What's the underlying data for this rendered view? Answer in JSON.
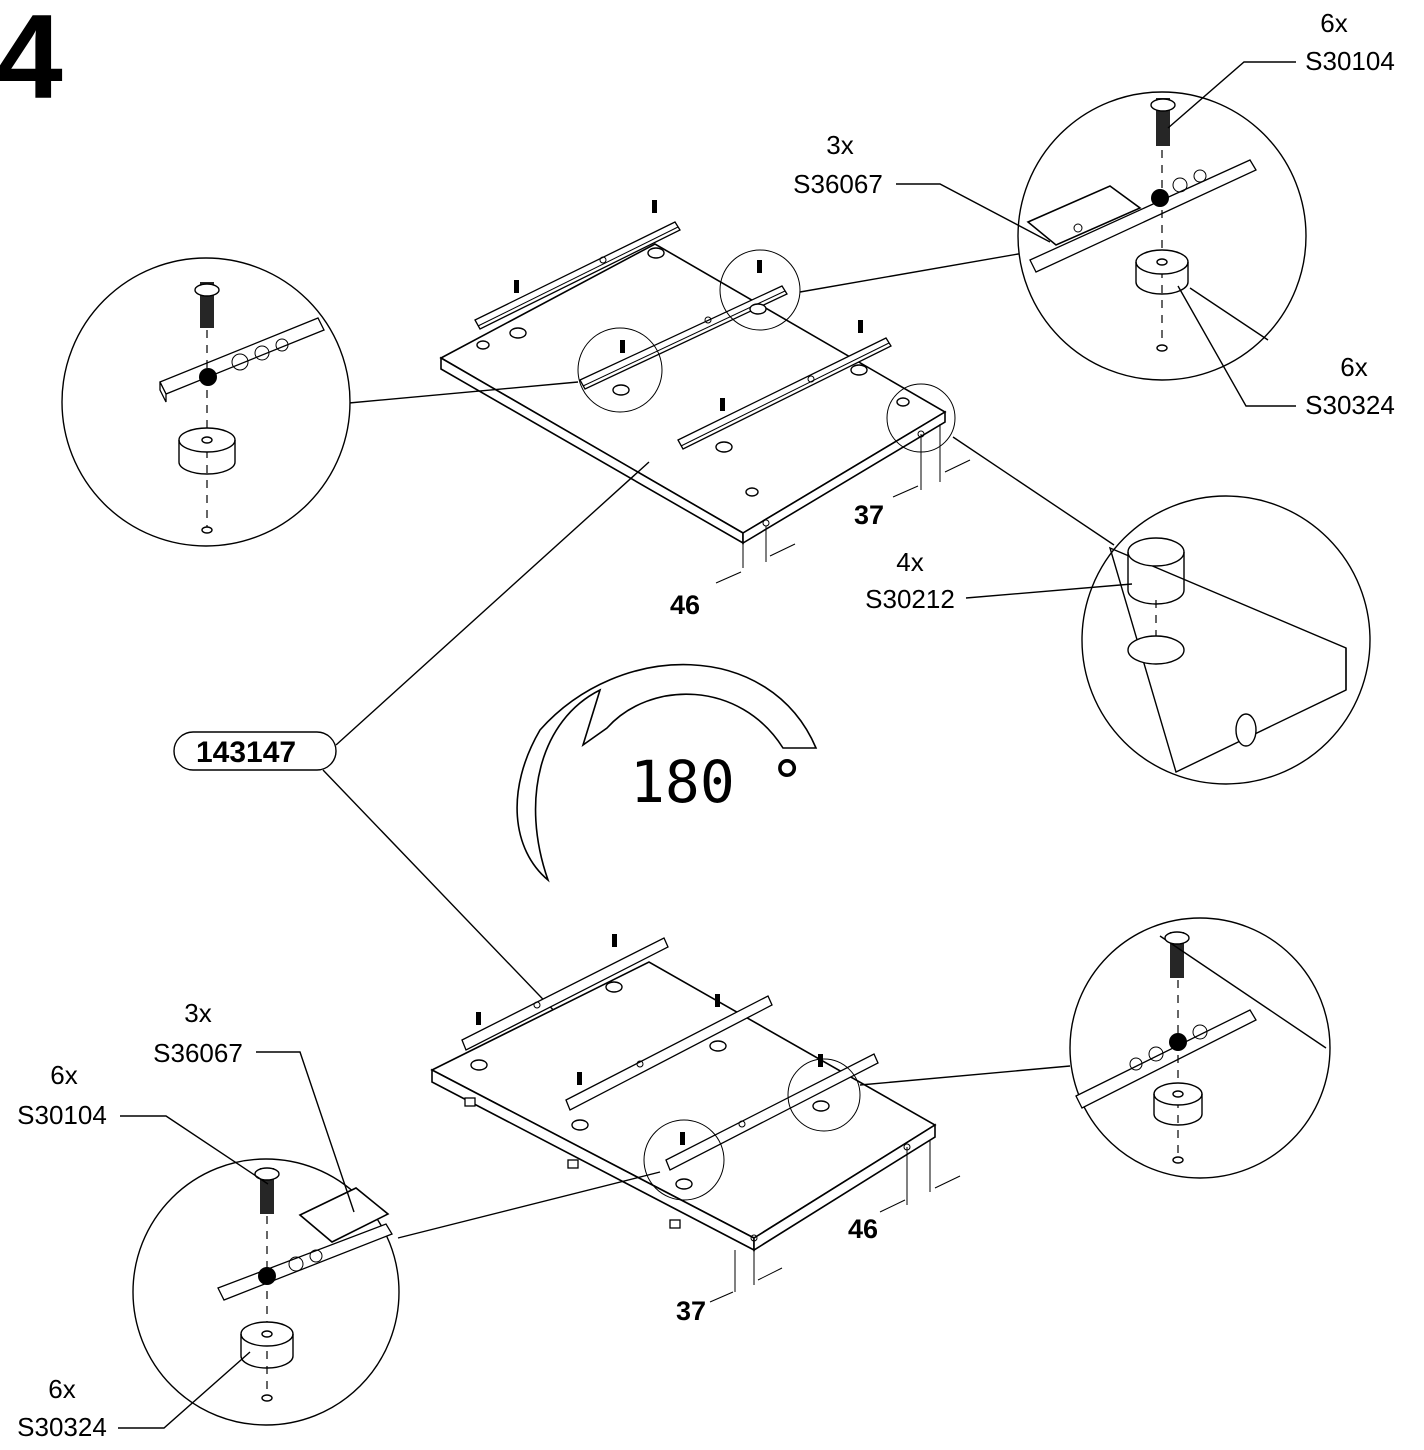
{
  "step_number": "4",
  "rotation_label": "180 °",
  "panel_part_number": "143147",
  "callouts": {
    "top_right_screw_qty": "6x",
    "top_right_screw_code": "S30104",
    "top_rail_qty": "3x",
    "top_rail_code": "S36067",
    "top_right_pad_qty": "6x",
    "top_right_pad_code": "S30324",
    "cam_qty": "4x",
    "cam_code": "S30212",
    "bottom_rail_qty": "3x",
    "bottom_rail_code": "S36067",
    "bottom_screw_qty": "6x",
    "bottom_screw_code": "S30104",
    "bottom_pad_qty": "6x",
    "bottom_pad_code": "S30324"
  },
  "dimensions": {
    "top_side_offset": "37",
    "top_front_offset": "46",
    "bottom_side_offset": "46",
    "bottom_front_offset": "37"
  }
}
